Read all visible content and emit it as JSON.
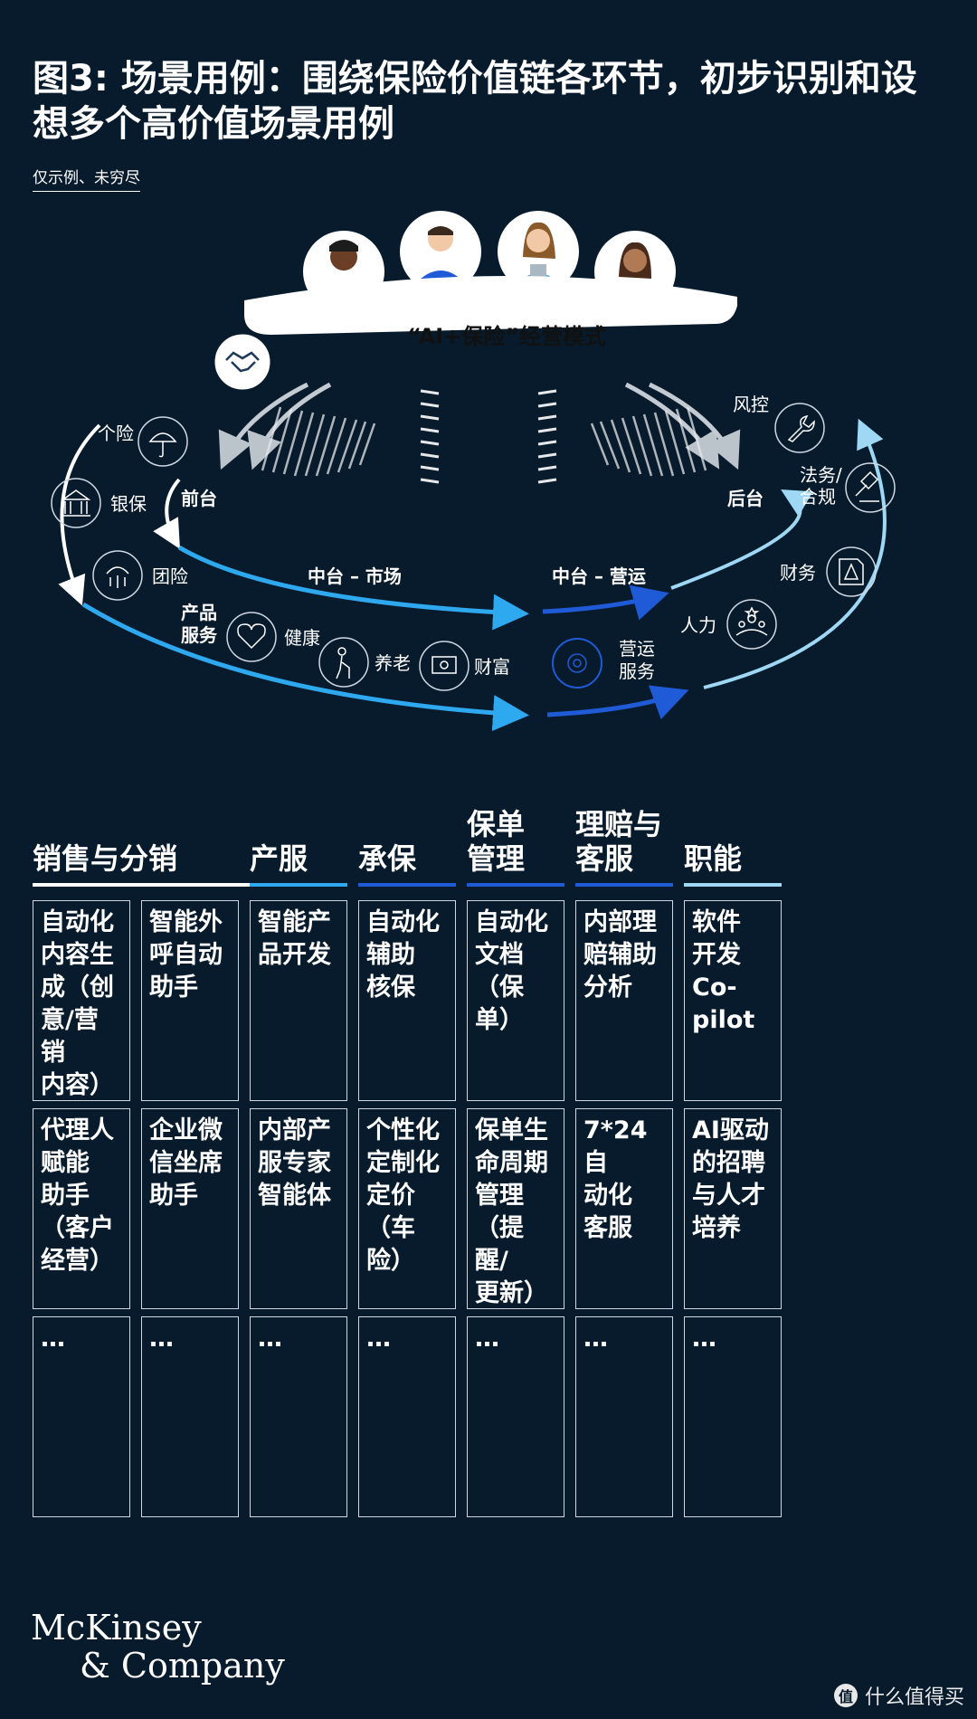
{
  "title": "图3: 场景用例：围绕保险价值链各环节，初步识别和设想多个高价值场景用例",
  "subtitle": "仅示例、未穷尽",
  "diagram": {
    "banner_label": "“AI+保险”经营模式",
    "left_group": {
      "front": "前台",
      "product": "产品\n服务"
    },
    "left_items": [
      "个险",
      "银保",
      "团险"
    ],
    "product_items": [
      "健康",
      "养老",
      "财富"
    ],
    "middle": {
      "market": "中台 – 市场",
      "ops": "中台 – 营运",
      "ops_service": "营运\n服务"
    },
    "right_group": {
      "back": "后台"
    },
    "right_items": [
      "风控",
      "法务/\n合规",
      "财务",
      "人力"
    ],
    "icons": [
      "handshake-icon",
      "umbrella-icon",
      "bank-icon",
      "group-icon",
      "heart-icon",
      "elder-icon",
      "money-icon",
      "gear-icon",
      "wrench-icon",
      "gavel-icon",
      "warning-doc-icon",
      "team-icon"
    ],
    "colors": {
      "cyan": "#34b8f2",
      "blue": "#1f5bd6",
      "light": "#9fd8f4",
      "white": "#ffffff"
    }
  },
  "columns": [
    {
      "label": "销售与分销",
      "color": "#ffffff",
      "span": 2
    },
    {
      "label": "产服",
      "color": "#2fa8f0",
      "span": 1
    },
    {
      "label": "承保",
      "color": "#1f5bd6",
      "span": 1
    },
    {
      "label": "保单\n管理",
      "color": "#1f5bd6",
      "span": 1
    },
    {
      "label": "理赔与\n客服",
      "color": "#1f5bd6",
      "span": 1
    },
    {
      "label": "职能",
      "color": "#9fd8f4",
      "span": 1
    }
  ],
  "rows": [
    [
      "自动化\n内容生\n成（创\n意/营销\n内容）",
      "智能外\n呼自动\n助手",
      "智能产\n品开发",
      "自动化\n辅助\n核保",
      "自动化\n文档\n（保单）",
      "内部理\n赔辅助\n分析",
      "软件\n开发\nCo-pilot"
    ],
    [
      "代理人\n赋能\n助手\n（客户\n经营）",
      "企业微\n信坐席\n助手",
      "内部产\n服专家\n智能体",
      "个性化\n定制化\n定价\n（车险）",
      "保单生\n命周期\n管理\n（提醒/\n更新）",
      "7*24自\n动化\n客服",
      "AI驱动\n的招聘\n与人才\n培养"
    ],
    [
      "…",
      "…",
      "…",
      "…",
      "…",
      "…",
      "…"
    ]
  ],
  "logo": {
    "line1": "McKinsey",
    "line2": "& Company"
  },
  "watermark": {
    "badge": "值",
    "text": "什么值得买"
  }
}
